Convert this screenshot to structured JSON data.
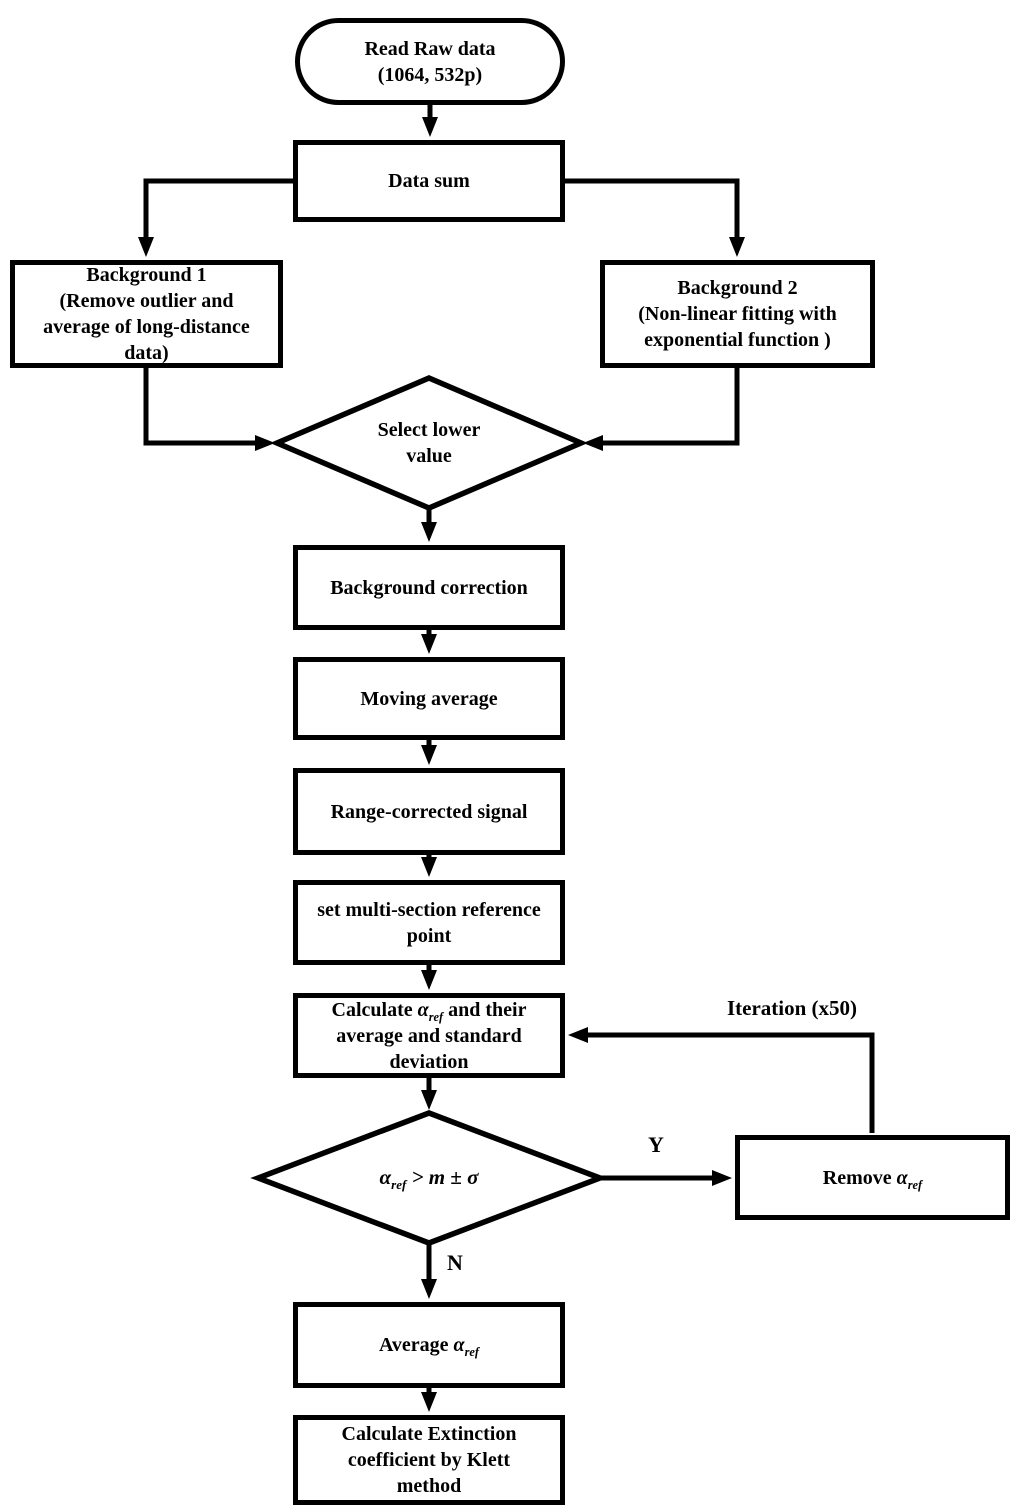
{
  "flowchart": {
    "background_color": "#ffffff",
    "line_color": "#000000",
    "nodes": {
      "read_raw": {
        "lines": [
          "Read Raw data",
          "(1064, 532p)"
        ]
      },
      "data_sum": {
        "label": "Data sum"
      },
      "background1": {
        "lines": [
          "Background 1",
          "(Remove outlier and",
          "average of long-distance",
          "data)"
        ]
      },
      "background2": {
        "lines": [
          "Background 2",
          "(Non-linear fitting with",
          "exponential function )"
        ]
      },
      "select_lower": {
        "lines": [
          "Select lower",
          "value"
        ]
      },
      "background_correction": {
        "label": "Background correction"
      },
      "moving_average": {
        "label": "Moving average"
      },
      "range_corrected": {
        "label": "Range-corrected signal"
      },
      "multi_section": {
        "lines": [
          "set multi-section reference",
          "point"
        ]
      },
      "calculate_alpha": {
        "line1_pre": "Calculate ",
        "alpha": "α",
        "sub": "ref",
        "line1_post": " and their",
        "line2": "average and standard",
        "line3": "deviation"
      },
      "decision": {
        "alpha": "α",
        "sub": "ref",
        "condition": " > m ± σ"
      },
      "remove_alpha": {
        "pre": "Remove ",
        "alpha": "α",
        "sub": "ref"
      },
      "average_alpha": {
        "pre": "Average ",
        "alpha": "α",
        "sub": "ref"
      },
      "klett": {
        "lines": [
          "Calculate Extinction",
          "coefficient by Klett",
          "method"
        ]
      }
    },
    "edge_labels": {
      "yes": "Y",
      "no": "N",
      "iteration": "Iteration (x50)"
    }
  }
}
